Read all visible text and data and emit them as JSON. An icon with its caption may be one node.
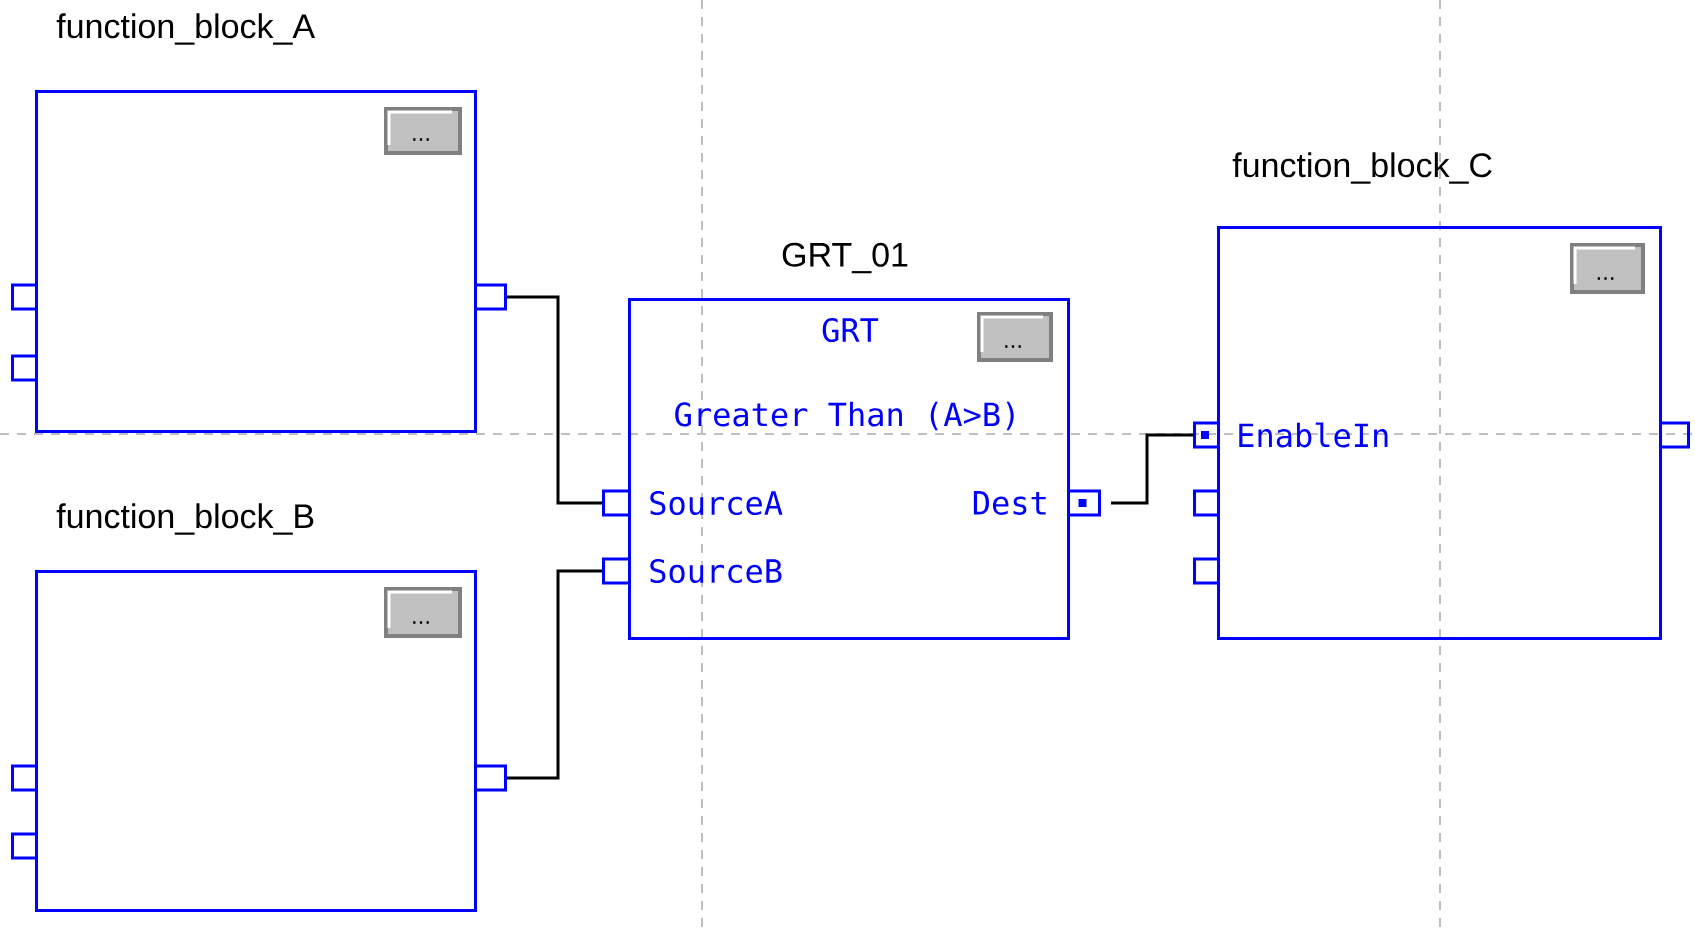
{
  "diagram": {
    "nodes": [
      {
        "text": [
          "function_block_A"
        ]
      },
      {
        "text": [
          "..."
        ],
        "in": 0
      },
      {
        "text": [
          "function_block_B"
        ]
      },
      {
        "text": [
          "..."
        ],
        "in": 2
      },
      {
        "text": [
          "GRT_01",
          "GRT",
          "Greater Than (A>B)",
          "SourceA",
          "SourceB",
          "Dest"
        ]
      },
      {
        "text": [
          "..."
        ],
        "in": 4
      },
      {
        "text": [
          "function_block_C",
          "EnableIn"
        ]
      },
      {
        "text": [
          "..."
        ],
        "in": 6
      },
      {
        "text": [],
        "shape": "box"
      },
      {
        "text": [],
        "shape": "box"
      },
      {
        "text": [],
        "shape": "box"
      },
      {
        "text": [],
        "shape": "box"
      },
      {
        "text": [],
        "shape": "box"
      },
      {
        "text": [],
        "shape": "box"
      },
      {
        "text": [],
        "shape": "box"
      },
      {
        "text": [],
        "shape": "box"
      },
      {
        "text": [],
        "shape": "box"
      },
      {
        "text": [],
        "shape": "box"
      },
      {
        "text": [],
        "shape": "box"
      },
      {
        "text": [],
        "shape": "box"
      },
      {
        "text": [],
        "shape": "box"
      }
    ],
    "edges": [
      {
        "from": 12,
        "to": 14,
        "arrow": "none"
      },
      {
        "from": 13,
        "to": 15,
        "arrow": "none"
      },
      {
        "from": 16,
        "to": 17,
        "arrow": "none"
      }
    ]
  }
}
